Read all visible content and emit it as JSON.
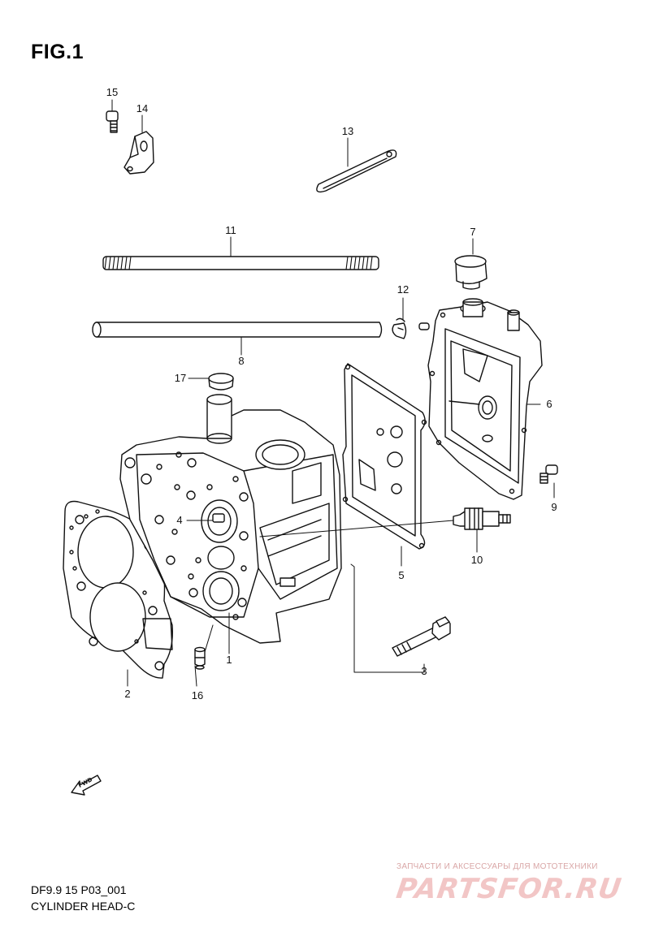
{
  "figure": {
    "title": "FIG.1"
  },
  "callouts": [
    {
      "id": "15",
      "label": "15"
    },
    {
      "id": "14",
      "label": "14"
    },
    {
      "id": "13",
      "label": "13"
    },
    {
      "id": "11",
      "label": "11"
    },
    {
      "id": "7",
      "label": "7"
    },
    {
      "id": "12",
      "label": "12"
    },
    {
      "id": "8",
      "label": "8"
    },
    {
      "id": "17",
      "label": "17"
    },
    {
      "id": "6",
      "label": "6"
    },
    {
      "id": "9",
      "label": "9"
    },
    {
      "id": "4",
      "label": "4"
    },
    {
      "id": "10",
      "label": "10"
    },
    {
      "id": "5",
      "label": "5"
    },
    {
      "id": "1",
      "label": "1"
    },
    {
      "id": "2",
      "label": "2"
    },
    {
      "id": "3",
      "label": "3"
    },
    {
      "id": "16",
      "label": "16"
    }
  ],
  "fwd_badge": "FWD",
  "footer": {
    "code": "DF9.9 15 P03_001",
    "name": "CYLINDER HEAD-C"
  },
  "watermark": {
    "tagline": "ЗАПЧАСТИ И АКСЕССУАРЫ ДЛЯ МОТОТЕХНИКИ",
    "brand": "PARTSFOR.RU"
  },
  "colors": {
    "ink": "#111111",
    "watermark": "#e8a9a9",
    "background": "#ffffff"
  }
}
